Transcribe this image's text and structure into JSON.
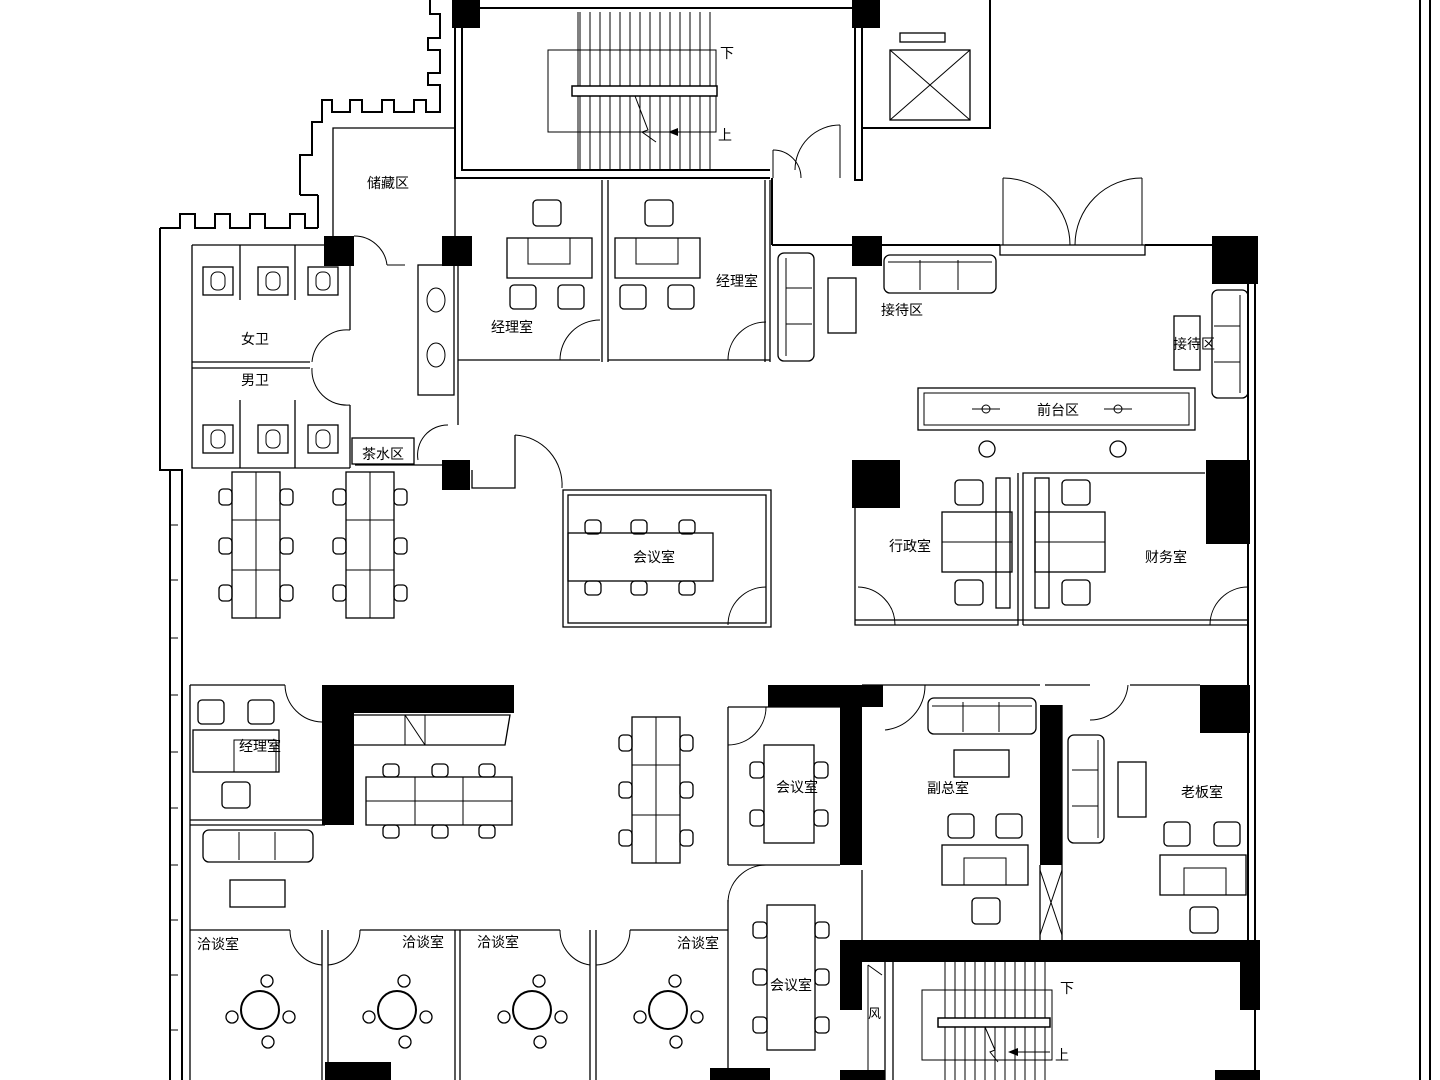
{
  "labels": {
    "storage": "储藏区",
    "manager_office_1": "经理室",
    "manager_office_2": "经理室",
    "manager_office_3": "经理室",
    "reception_1": "接待区",
    "reception_2": "接待区",
    "womens_restroom": "女卫",
    "mens_restroom": "男卫",
    "tea_area": "茶水区",
    "front_desk": "前台区",
    "meeting_room_1": "会议室",
    "meeting_room_2": "会议室",
    "meeting_room_3": "会议室",
    "admin_office": "行政室",
    "finance_office": "财务室",
    "vice_president_office": "副总室",
    "boss_office": "老板室",
    "negotiation_room_1": "洽谈室",
    "negotiation_room_2": "洽谈室",
    "negotiation_room_3": "洽谈室",
    "negotiation_room_4": "洽谈室",
    "stair_down_top": "下",
    "stair_up_top": "上",
    "stair_down_bottom": "下",
    "stair_up_bottom": "上",
    "wind_mark": "风"
  },
  "colors": {
    "line": "#000000",
    "background": "#ffffff"
  }
}
